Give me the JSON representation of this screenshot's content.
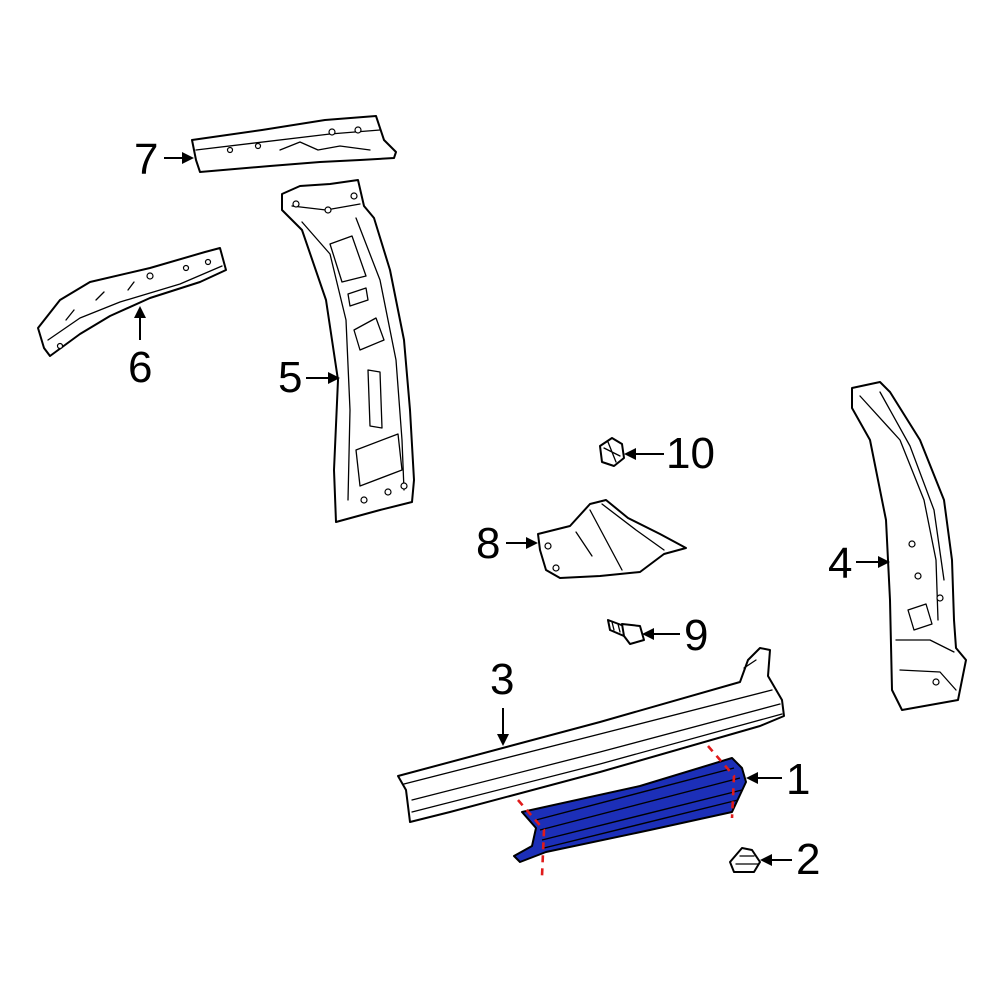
{
  "callouts": [
    {
      "id": "1",
      "text": "1",
      "highlighted": true
    },
    {
      "id": "2",
      "text": "2"
    },
    {
      "id": "3",
      "text": "3"
    },
    {
      "id": "4",
      "text": "4"
    },
    {
      "id": "5",
      "text": "5"
    },
    {
      "id": "6",
      "text": "6"
    },
    {
      "id": "7",
      "text": "7"
    },
    {
      "id": "8",
      "text": "8"
    },
    {
      "id": "9",
      "text": "9"
    },
    {
      "id": "10",
      "text": "10"
    }
  ],
  "colors": {
    "highlight": "#1c2fb8",
    "cut_line": "#e01b1b",
    "line": "#000000",
    "background": "#ffffff"
  }
}
